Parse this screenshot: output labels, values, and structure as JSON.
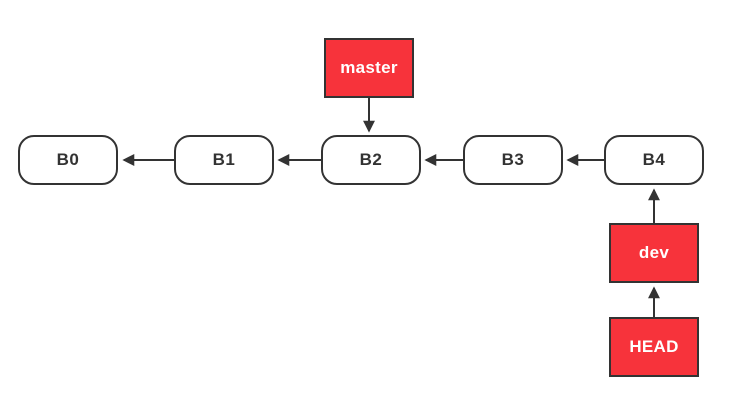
{
  "colors": {
    "accent": "#F7333B",
    "ink": "#333333",
    "node-fill": "#FFFFFF",
    "tag-text": "#FFFFFF",
    "background": "#FFFFFF"
  },
  "nodes": [
    {
      "id": "b0",
      "label": "B0"
    },
    {
      "id": "b1",
      "label": "B1"
    },
    {
      "id": "b2",
      "label": "B2"
    },
    {
      "id": "b3",
      "label": "B3"
    },
    {
      "id": "b4",
      "label": "B4"
    }
  ],
  "tags": [
    {
      "id": "master",
      "label": "master"
    },
    {
      "id": "dev",
      "label": "dev"
    },
    {
      "id": "head",
      "label": "HEAD"
    }
  ],
  "edges": [
    {
      "from": "B1",
      "to": "B0"
    },
    {
      "from": "B2",
      "to": "B1"
    },
    {
      "from": "B3",
      "to": "B2"
    },
    {
      "from": "B4",
      "to": "B3"
    },
    {
      "from": "master",
      "to": "B2"
    },
    {
      "from": "dev",
      "to": "B4"
    },
    {
      "from": "HEAD",
      "to": "dev"
    }
  ]
}
